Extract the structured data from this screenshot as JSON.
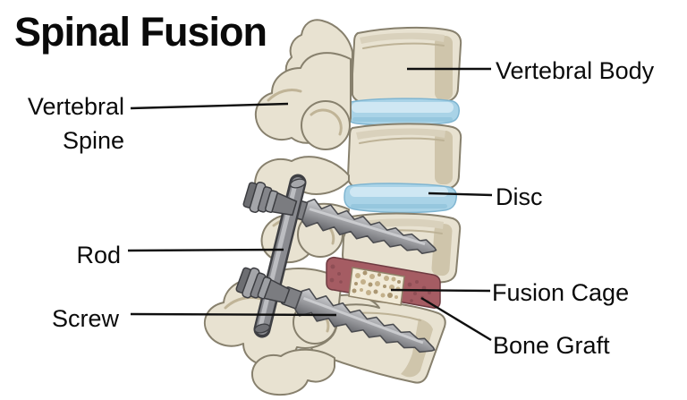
{
  "title": "Spinal Fusion",
  "labels": {
    "vertebral_spine": "Vertebral Spine",
    "vertebral_body": "Vertebral Body",
    "disc": "Disc",
    "rod": "Rod",
    "screw": "Screw",
    "fusion_cage": "Fusion Cage",
    "bone_graft": "Bone Graft"
  },
  "colors": {
    "background": "#ffffff",
    "text": "#0a0a0a",
    "leader_line": "#0f0f0f",
    "bone": "#e8e2d1",
    "bone_shade": "#cfc5ab",
    "bone_outline": "#87806d",
    "disc_blue": "#a9d3e7",
    "disc_highlight": "#cfe7f3",
    "bone_graft_red": "#a55c63",
    "cage_fill": "#f1ead7",
    "cage_speckle": "#c3b08a",
    "metal_light": "#c6c7cb",
    "metal_mid": "#8f9094",
    "metal_dark": "#3c3d41"
  }
}
